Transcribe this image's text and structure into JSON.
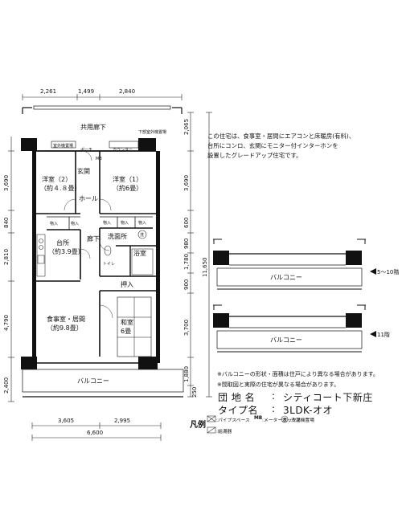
{
  "notes": {
    "lines": [
      "この住宅は、食事室・居間にエアコンと床暖房(有料)、",
      "台所にコンロ、玄関にモニター付インターホンを",
      "設置したグレードアップ住宅です。"
    ]
  },
  "plan": {
    "rooms": {
      "corridor": "共用廊下",
      "exterior_unit": "室外機置場",
      "lower_exterior": "下部室外機置場",
      "porch": "ポーチ",
      "counter": "カウンター",
      "mb": "MB",
      "entrance": "玄関",
      "western2": "洋室（2）",
      "western2_area": "（約４.８畳）",
      "western1": "洋室（1）",
      "western1_area": "（約6畳）",
      "hall": "ホール",
      "storage": "物入",
      "kitchen": "台所",
      "kitchen_area": "（約3.9畳）",
      "hallway": "廊下",
      "washroom": "洗面所",
      "bath": "浴室",
      "toilet": "トイレ",
      "closet": "押入",
      "dining": "食事室・居間",
      "dining_area": "（約9.8畳）",
      "japanese": "和室",
      "japanese_area": "6畳",
      "balcony": "バルコニー",
      "washer_mark": "洗"
    },
    "dims": {
      "top": [
        "2,261",
        "1,499",
        "2,840"
      ],
      "bottom": [
        "3,605",
        "2,995"
      ],
      "bottom_total": "6,600",
      "left": [
        "3,690",
        "840",
        "2,810",
        "4,790",
        "2,400"
      ],
      "right": [
        "2,065",
        "3,690",
        "600",
        "980",
        "1,780",
        "900",
        "3,700",
        "1,880",
        "250"
      ],
      "right_total": "11,650"
    }
  },
  "details": {
    "balcony_label": "バルコニー",
    "floor_5_10": "5～10階",
    "floor_11": "11階"
  },
  "footnotes": [
    "※バルコニーの形状・面積は住戸により異なる場合があります。",
    "※間取図と実際の住宅が異なる場合があります。"
  ],
  "info": {
    "name_label": "団 地 名",
    "name_value": "シティコート下新庄",
    "type_label": "タイプ名",
    "type_value": "3LDK-オオ",
    "colon": ":"
  },
  "legend": {
    "title": "凡例",
    "pipe_space": ":パイプスペース",
    "meter_box_code": "MB",
    "meter_box": ":メーターボックス",
    "washer_mark": "洗",
    "washer": ":洗濯機置場",
    "heater": ":給湯器"
  }
}
